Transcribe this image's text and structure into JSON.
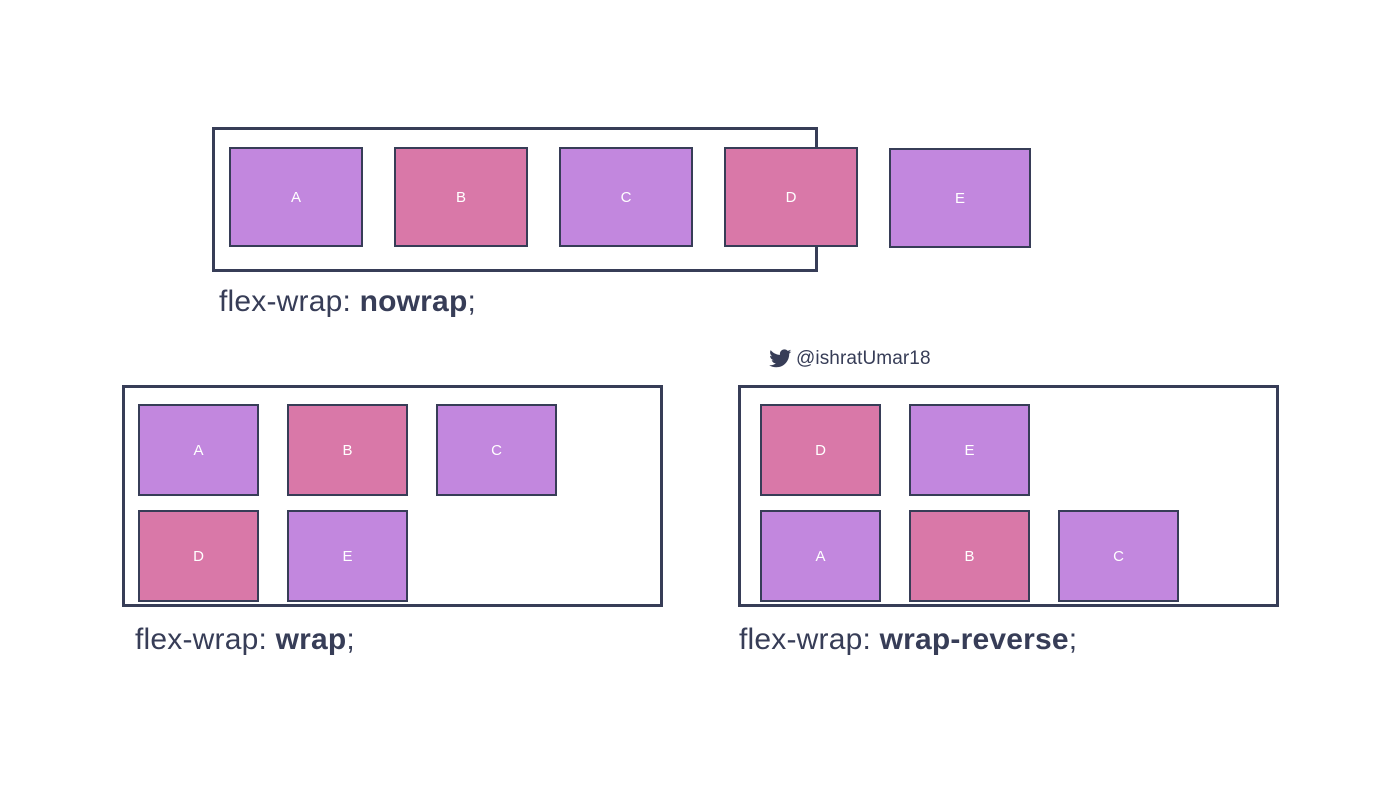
{
  "colors": {
    "ink": "#373d57",
    "purple": "#c287de",
    "pink": "#d978a8",
    "background": "#ffffff"
  },
  "credit": {
    "icon": "twitter-bird-icon",
    "handle": "@ishratUmar18"
  },
  "panels": [
    {
      "id": "nowrap",
      "property": "flex-wrap:",
      "value": "nowrap",
      "terminator": ";",
      "caption": "flex-wrap: nowrap;",
      "items": [
        {
          "label": "A",
          "color": "purple"
        },
        {
          "label": "B",
          "color": "pink"
        },
        {
          "label": "C",
          "color": "purple"
        },
        {
          "label": "D",
          "color": "pink"
        },
        {
          "label": "E",
          "color": "purple"
        }
      ]
    },
    {
      "id": "wrap",
      "property": "flex-wrap:",
      "value": "wrap",
      "terminator": ";",
      "caption": "flex-wrap: wrap;",
      "items": [
        {
          "label": "A",
          "color": "purple"
        },
        {
          "label": "B",
          "color": "pink"
        },
        {
          "label": "C",
          "color": "purple"
        },
        {
          "label": "D",
          "color": "pink"
        },
        {
          "label": "E",
          "color": "purple"
        }
      ]
    },
    {
      "id": "wrap-reverse",
      "property": "flex-wrap:",
      "value": "wrap-reverse",
      "terminator": ";",
      "caption": "flex-wrap: wrap-reverse;",
      "items": [
        {
          "label": "A",
          "color": "purple"
        },
        {
          "label": "B",
          "color": "pink"
        },
        {
          "label": "C",
          "color": "purple"
        },
        {
          "label": "D",
          "color": "pink"
        },
        {
          "label": "E",
          "color": "purple"
        }
      ]
    }
  ]
}
